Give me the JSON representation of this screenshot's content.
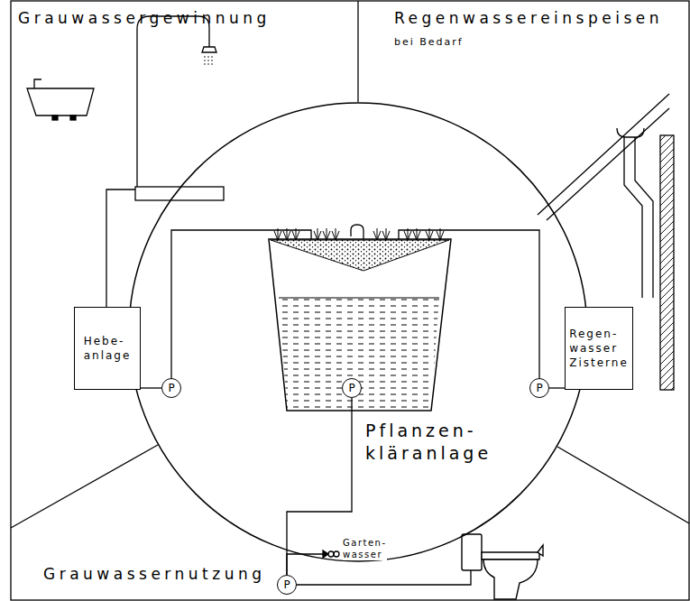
{
  "diagram": {
    "nodes": [
      {
        "text": [
          "Pflanzen- kläranlage"
        ]
      },
      {
        "text": [
          "Hebe- anlage"
        ]
      },
      {
        "text": [
          "P"
        ]
      },
      {
        "text": [
          "P"
        ],
        "in": 0
      },
      {
        "text": [
          "P"
        ]
      },
      {
        "text": [
          "Regen- wasser Zisterne"
        ]
      },
      {
        "text": [
          "P"
        ]
      }
    ],
    "edges": [
      {
        "from": 1,
        "to": 2,
        "arrow": "none"
      },
      {
        "from": 5,
        "to": 4,
        "arrow": "none"
      },
      {
        "from": 3,
        "to": 6,
        "arrow": "none"
      }
    ],
    "labels": [
      "Grauwassergewinnung",
      "Regenwassereinspeisen",
      "bei Bedarf",
      "Grauwassernutzung",
      "Garten- wasser"
    ]
  }
}
